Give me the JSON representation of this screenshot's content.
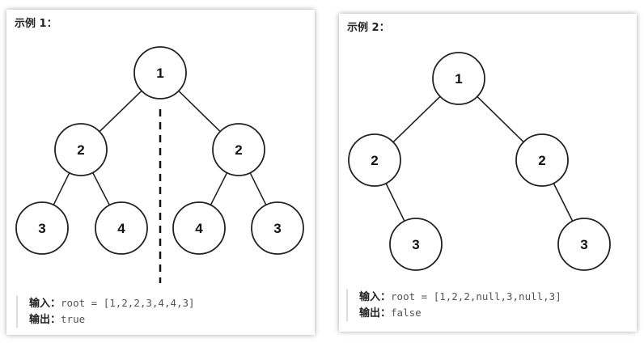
{
  "examples": [
    {
      "title": "示例 1：",
      "tree_nodes": [
        "1",
        "2",
        "2",
        "3",
        "4",
        "4",
        "3"
      ],
      "has_mirror_axis": true,
      "input_label": "输入：",
      "input_value": "root = [1,2,2,3,4,4,3]",
      "output_label": "输出：",
      "output_value": "true"
    },
    {
      "title": "示例 2：",
      "tree_nodes": [
        "1",
        "2",
        "2",
        "3",
        "3"
      ],
      "has_mirror_axis": false,
      "input_label": "输入：",
      "input_value": "root = [1,2,2,null,3,null,3]",
      "output_label": "输出：",
      "output_value": "false"
    }
  ]
}
